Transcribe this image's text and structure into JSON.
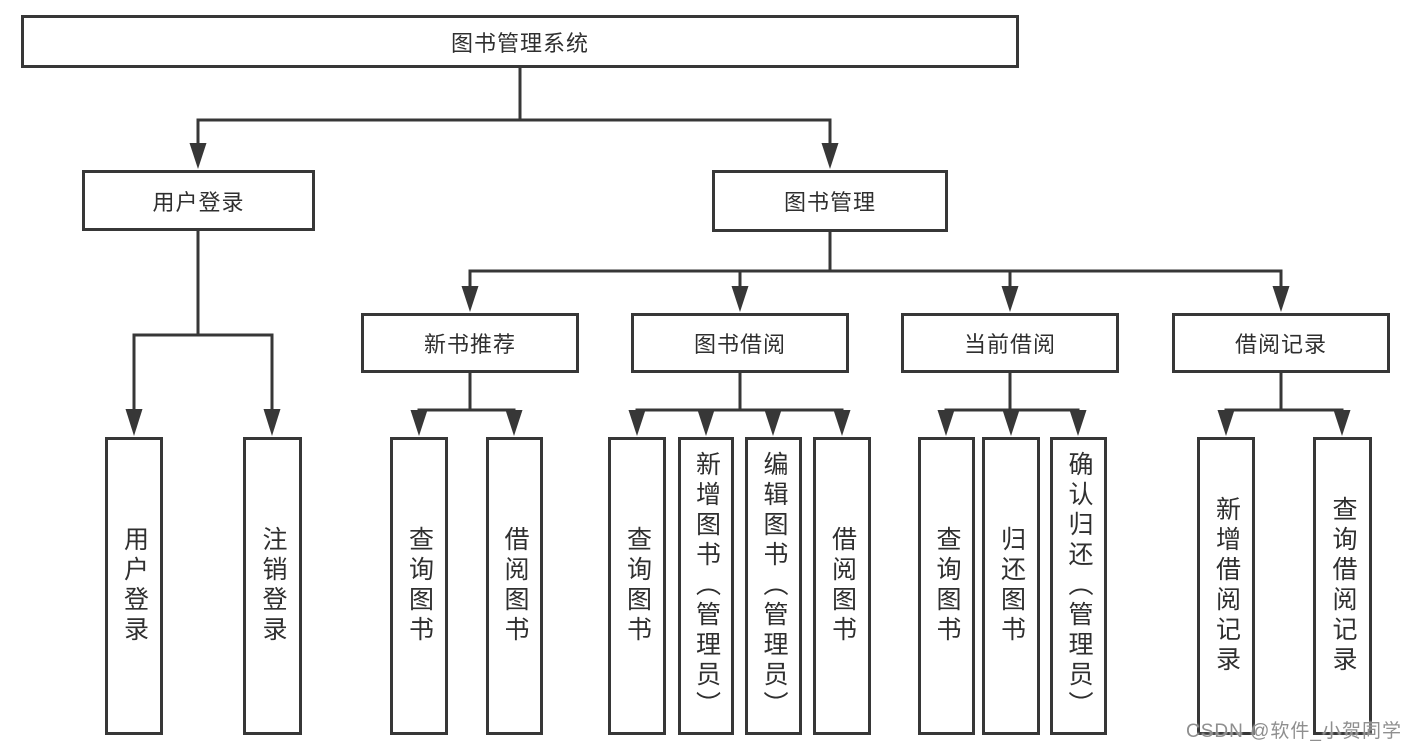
{
  "diagram": {
    "type": "function-structure-tree",
    "colors": {
      "line": "#373737",
      "box_border": "#373737",
      "text": "#2f2f2f",
      "watermark": "#8f8f8f"
    }
  },
  "watermark": {
    "text": "CSDN @软件_小贺同学"
  },
  "tree": {
    "root": {
      "label": "图书管理系统",
      "children": [
        {
          "label": "用户登录",
          "children": [
            {
              "label": "用户登录"
            },
            {
              "label": "注销登录"
            }
          ]
        },
        {
          "label": "图书管理",
          "children": [
            {
              "label": "新书推荐",
              "children": [
                {
                  "label": "查询图书"
                },
                {
                  "label": "借阅图书"
                }
              ]
            },
            {
              "label": "图书借阅",
              "children": [
                {
                  "label": "查询图书"
                },
                {
                  "label": "新增图书（管理员）"
                },
                {
                  "label": "编辑图书（管理员）"
                },
                {
                  "label": "借阅图书"
                }
              ]
            },
            {
              "label": "当前借阅",
              "children": [
                {
                  "label": "查询图书"
                },
                {
                  "label": "归还图书"
                },
                {
                  "label": "确认归还（管理员）"
                }
              ]
            },
            {
              "label": "借阅记录",
              "children": [
                {
                  "label": "新增借阅记录"
                },
                {
                  "label": "查询借阅记录"
                }
              ]
            }
          ]
        }
      ]
    }
  }
}
